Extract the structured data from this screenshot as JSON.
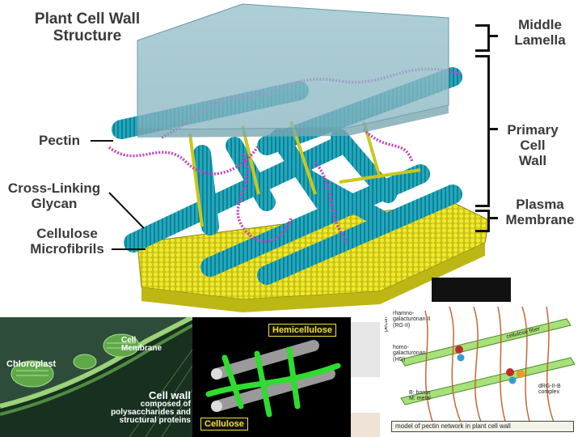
{
  "main": {
    "title_line1": "Plant Cell Wall",
    "title_line2": "Structure",
    "labels": {
      "pectin": "Pectin",
      "crosslinking_1": "Cross-Linking",
      "crosslinking_2": "Glycan",
      "cellulose_1": "Cellulose",
      "cellulose_2": "Microfibrils",
      "middle_1": "Middle",
      "middle_2": "Lamella",
      "primary_1": "Primary",
      "primary_2": "Cell",
      "primary_3": "Wall",
      "plasma_1": "Plasma",
      "plasma_2": "Membrane"
    }
  },
  "panel_left": {
    "chloroplast": "Chloroplast",
    "cell_1": "Cell",
    "cell_2": "Membrane",
    "wall_1": "Cell wall",
    "wall_2": "composed of",
    "wall_3": "polysaccharides and",
    "wall_4": "structural proteins"
  },
  "panel_mid": {
    "hemicellulose": "Hemicellulose",
    "cellulose": "Cellulose"
  },
  "panel_right": {
    "pectin_side": "pectin",
    "rhamno_1": "rhamno-",
    "rhamno_2": "galacturonan II",
    "rhamno_3": "(RG-II)",
    "homo_1": "homo-",
    "homo_2": "galacturonan",
    "homo_3": "(HG)",
    "fiber": "cellulose fiber",
    "boron": "B: boron",
    "metal": "M: metal",
    "complex_1": "dRG-II-B",
    "complex_2": "complex",
    "caption": "model of pectin network in plant cell wall"
  },
  "colors": {
    "microfibril": "#1aa3b8",
    "pectin": "#c040c0",
    "glycan": "#c8c820",
    "membrane": "#e8e020",
    "lamella": "#8fb8c4"
  }
}
